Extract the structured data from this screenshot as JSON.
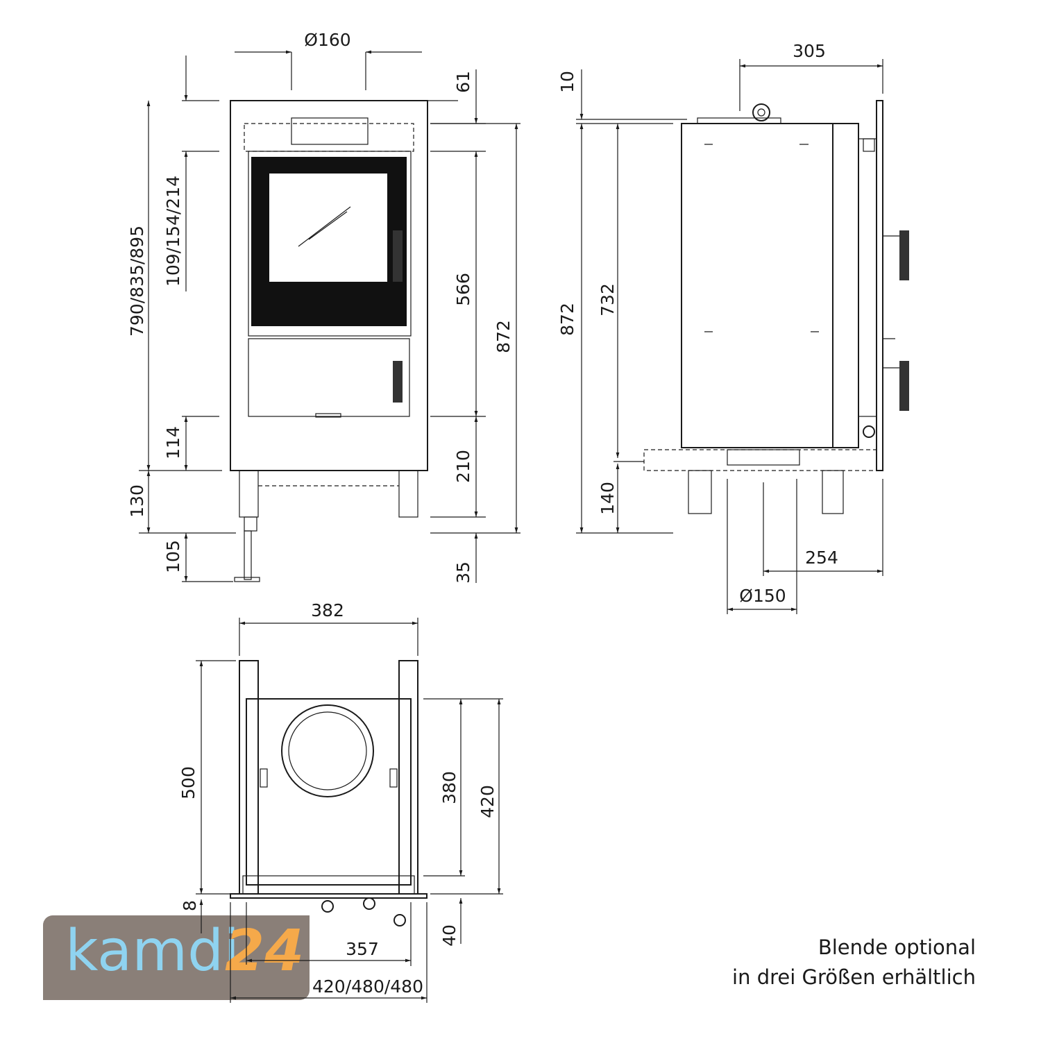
{
  "front_view": {
    "flue_diameter": "Ø160",
    "top_offset": "61",
    "total_heights": "790/835/895",
    "flue_heights": "109/154/214",
    "door_height": "566",
    "body_height": "872",
    "lower_offset": "114",
    "base_height": "210",
    "leg_height": "130",
    "foot_height": "105",
    "foot_offset": "35"
  },
  "side_view": {
    "depth": "305",
    "top_gap": "10",
    "height": "872",
    "inner_height": "732",
    "base_height": "140",
    "flue_depth": "254",
    "flue_diameter": "Ø150"
  },
  "top_view": {
    "width": "382",
    "depth": "500",
    "inner_depth": "380",
    "outer_depth": "420",
    "plate_thickness": "8",
    "front_offset": "40",
    "inner_width": "357",
    "panel_widths": "420/480/480"
  },
  "notes": {
    "line1": "Blende optional",
    "line2": "in drei Größen erhältlich"
  },
  "logo": {
    "text_a": "kamdi",
    "text_b": "24",
    "color_a": "#8fd3f0",
    "color_b": "#f5a94a",
    "bg": "#8a7f78"
  }
}
